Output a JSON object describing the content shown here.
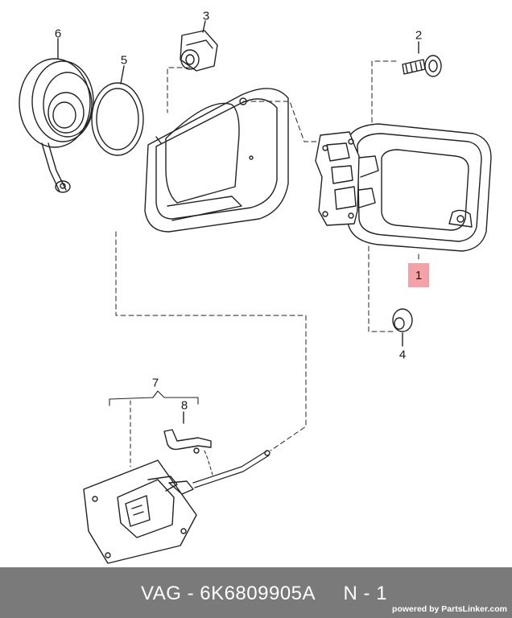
{
  "diagram": {
    "callouts": [
      {
        "id": "1",
        "label": "1",
        "highlighted": true
      },
      {
        "id": "2",
        "label": "2",
        "highlighted": false
      },
      {
        "id": "3",
        "label": "3",
        "highlighted": false
      },
      {
        "id": "4",
        "label": "4",
        "highlighted": false
      },
      {
        "id": "5",
        "label": "5",
        "highlighted": false
      },
      {
        "id": "6",
        "label": "6",
        "highlighted": false
      },
      {
        "id": "7",
        "label": "7",
        "highlighted": false
      },
      {
        "id": "8",
        "label": "8",
        "highlighted": false
      }
    ],
    "highlight_color": "#f3a3a8"
  },
  "footer": {
    "title": "VAG - 6K6809905A     N - 1",
    "credit": "powered by PartsLinker.com",
    "background": "#7a7a7a"
  }
}
